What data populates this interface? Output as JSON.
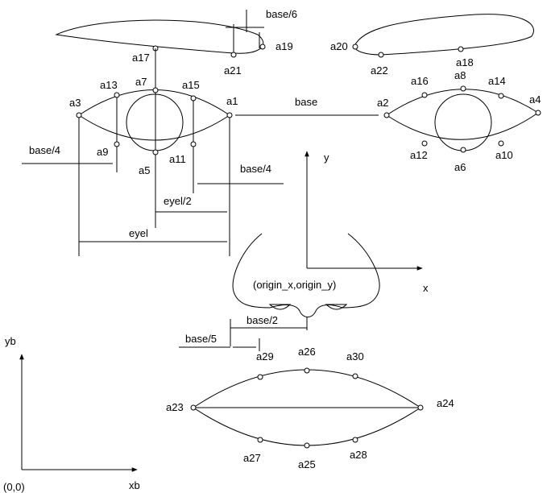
{
  "point_labels": {
    "a1": "a1",
    "a2": "a2",
    "a3": "a3",
    "a4": "a4",
    "a5": "a5",
    "a6": "a6",
    "a7": "a7",
    "a8": "a8",
    "a9": "a9",
    "a10": "a10",
    "a11": "a11",
    "a12": "a12",
    "a13": "a13",
    "a14": "a14",
    "a15": "a15",
    "a16": "a16",
    "a17": "a17",
    "a18": "a18",
    "a19": "a19",
    "a20": "a20",
    "a21": "a21",
    "a22": "a22",
    "a23": "a23",
    "a24": "a24",
    "a25": "a25",
    "a26": "a26",
    "a27": "a27",
    "a28": "a28",
    "a29": "a29",
    "a30": "a30"
  },
  "measure_labels": {
    "base": "base",
    "base_div_6": "base/6",
    "base_div_4_left": "base/4",
    "base_div_4_right": "base/4",
    "eyel_div_2": "eyel/2",
    "eyel": "eyel",
    "base_div_2": "base/2",
    "base_div_5": "base/5"
  },
  "axes": {
    "y": "y",
    "x": "x",
    "origin": "(origin_x,origin_y)",
    "yb": "yb",
    "xb": "xb",
    "base_origin": "(0,0)"
  }
}
